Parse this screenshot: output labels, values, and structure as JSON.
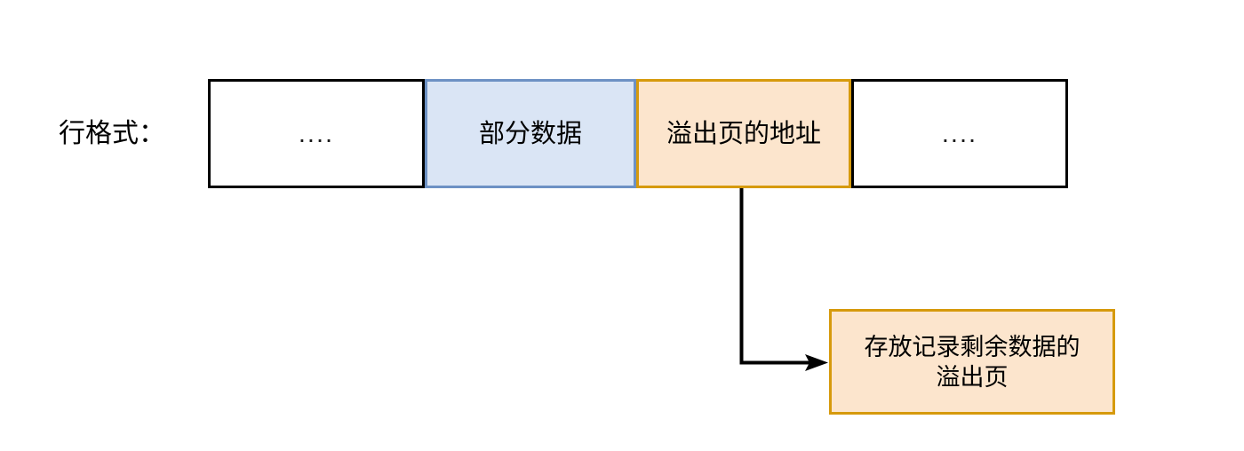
{
  "diagram": {
    "title_label": "行格式：",
    "row_segments": [
      {
        "text": "....",
        "style": "plain",
        "name": "segment-leading-ellipsis"
      },
      {
        "text": "部分数据",
        "style": "blue",
        "name": "segment-partial-data"
      },
      {
        "text": "溢出页的地址",
        "style": "orange",
        "name": "segment-overflow-page-address"
      },
      {
        "text": "....",
        "style": "plain",
        "name": "segment-trailing-ellipsis"
      }
    ],
    "overflow_box": {
      "line1": "存放记录剩余数据的",
      "line2": "溢出页"
    },
    "colors": {
      "blue_fill": "#dae5f5",
      "blue_border": "#6d91c4",
      "orange_fill": "#fce5cd",
      "orange_border": "#d69a0c",
      "plain_border": "#000000",
      "connector": "#000000",
      "background": "#ffffff",
      "text": "#000000"
    }
  }
}
